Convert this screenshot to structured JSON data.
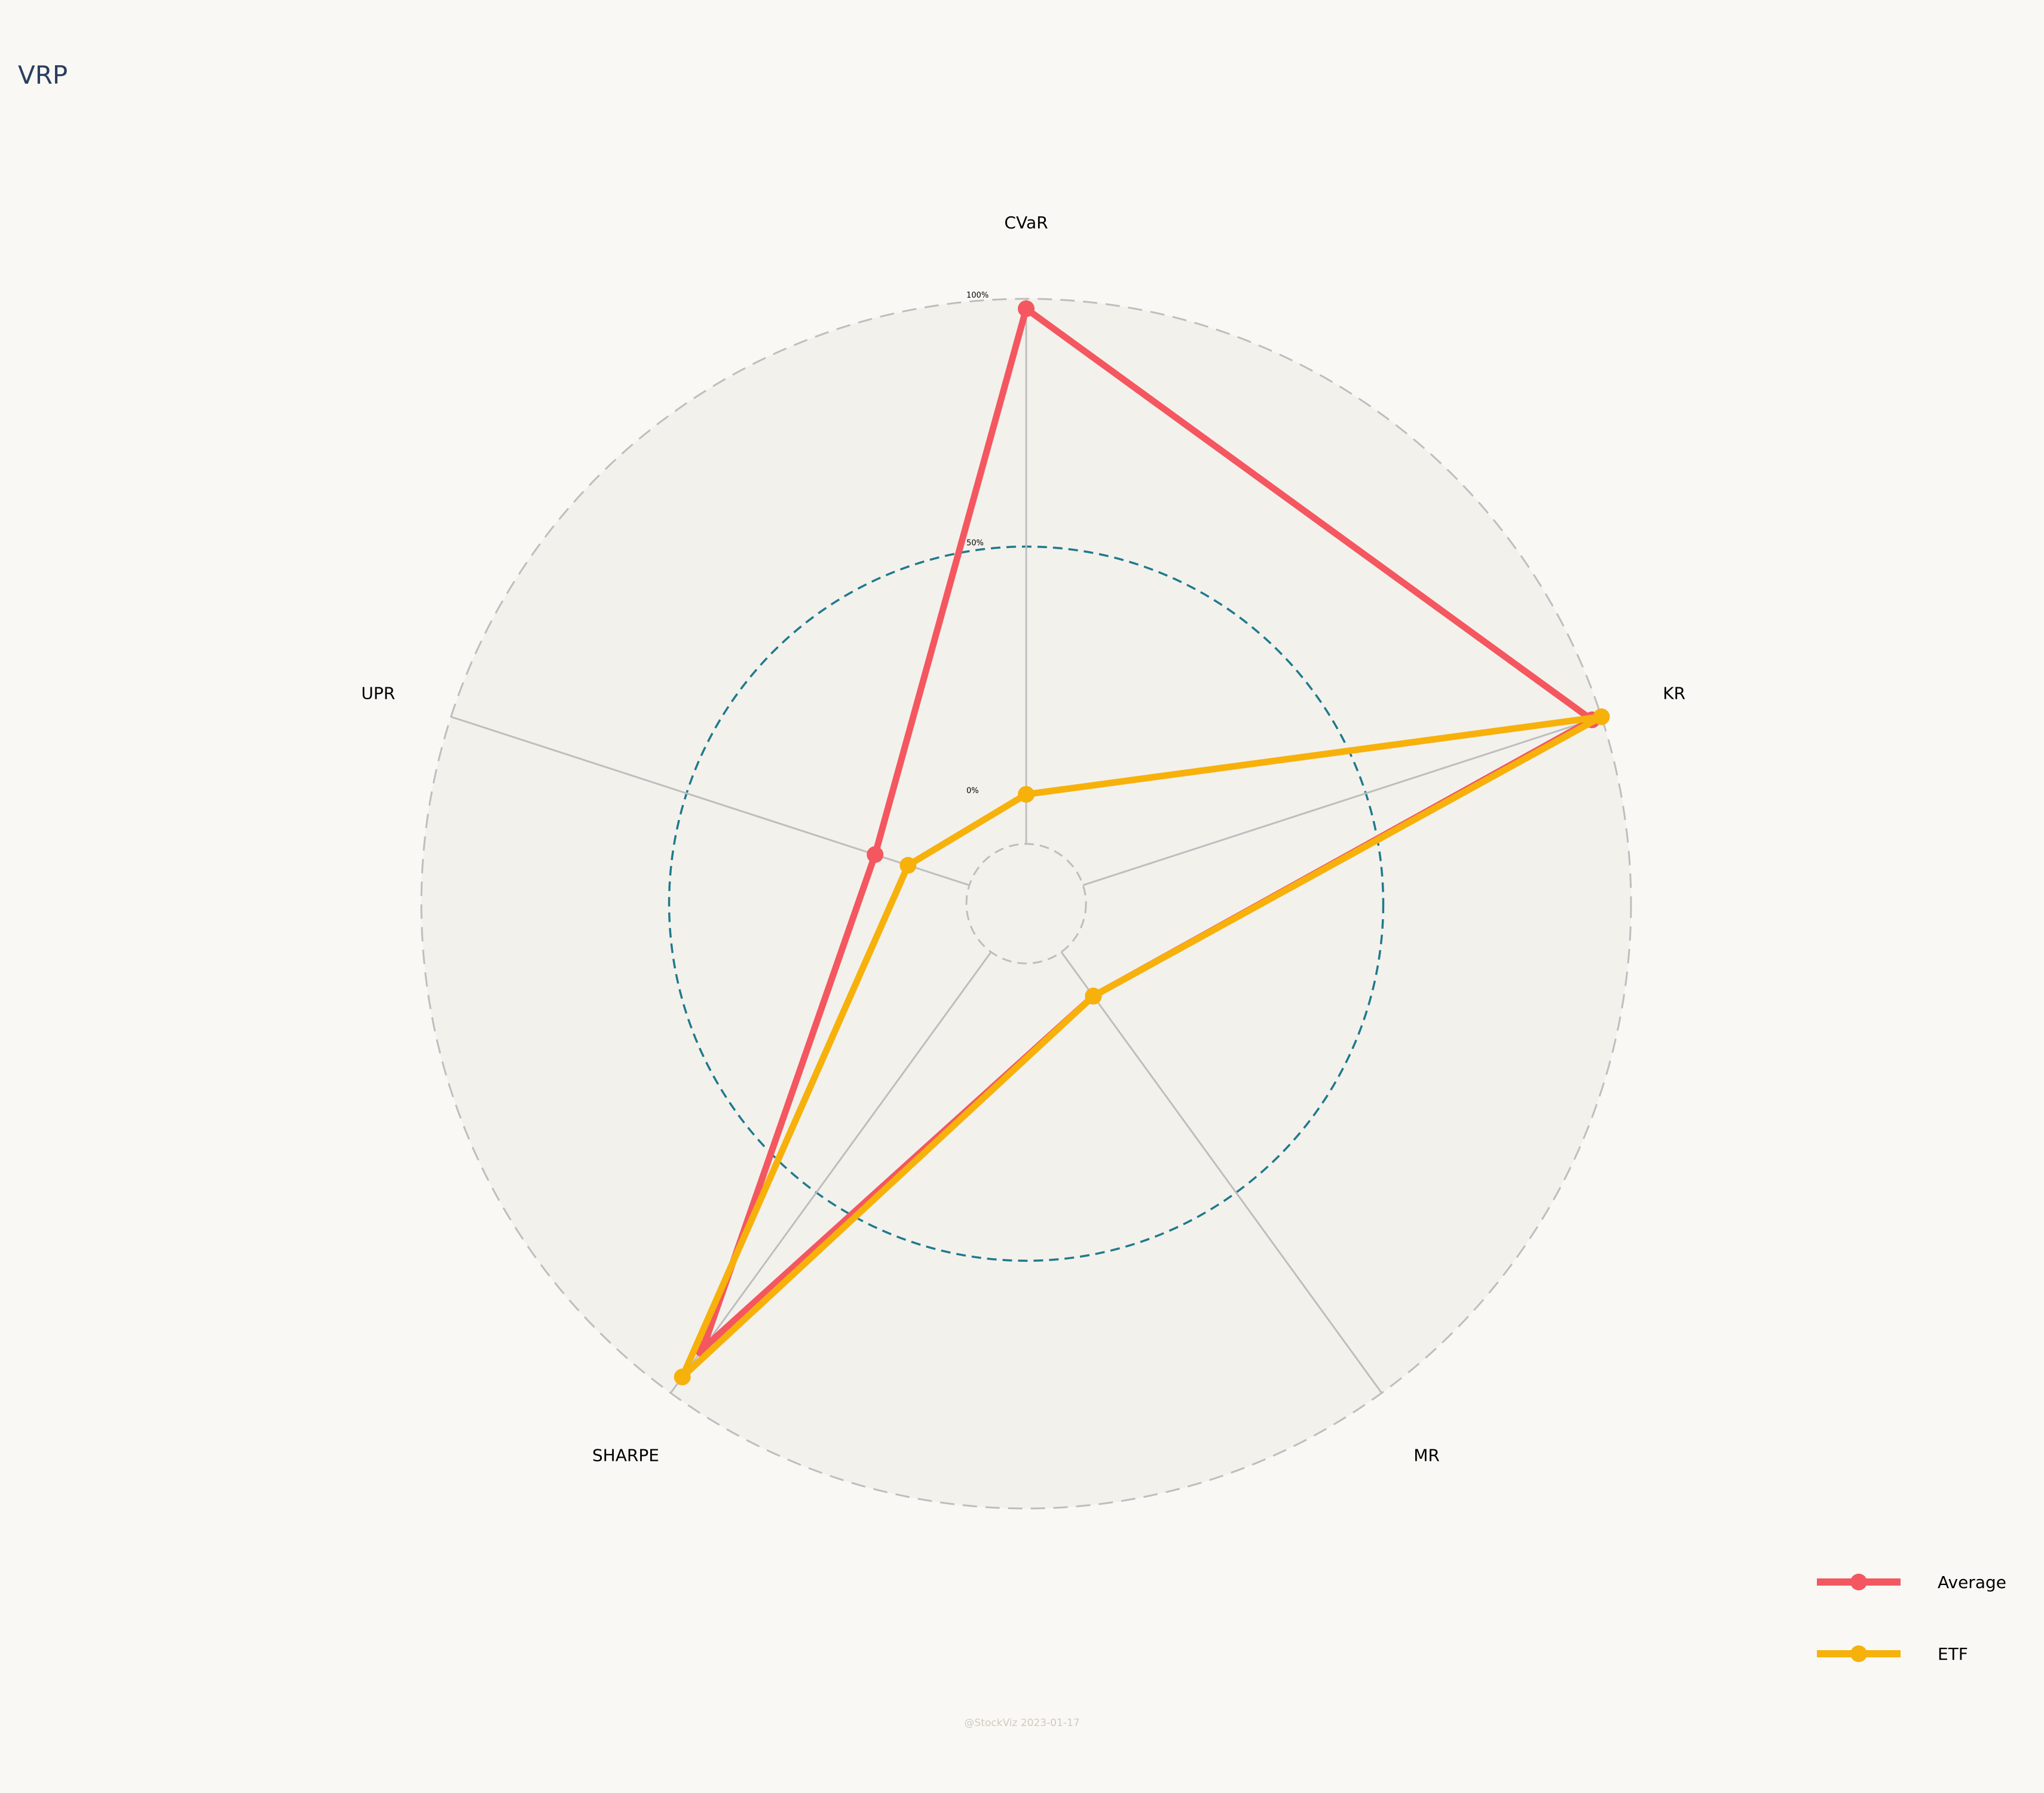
{
  "title": "VRP",
  "watermark": "@StockViz 2023-01-17",
  "colors": {
    "background": "#f9f8f4",
    "plot_background": "#f3f1ec",
    "average": "#f4575f",
    "etf": "#f7b10b",
    "mid_ring": "#1f7a8c",
    "gridline": "#bebebe"
  },
  "chart_data": {
    "type": "radar",
    "title": "VRP",
    "axes": [
      "CVaR",
      "KR",
      "MR",
      "SHARPE",
      "UPR"
    ],
    "radial_ticks": [
      {
        "value": 0,
        "label": "0%"
      },
      {
        "value": 50,
        "label": "50%"
      },
      {
        "value": 100,
        "label": "100%"
      }
    ],
    "rlim": [
      -10,
      100
    ],
    "legend_position": "bottom-right",
    "series": [
      {
        "name": "Average",
        "values": [
          98,
          98,
          1,
          89,
          10
        ]
      },
      {
        "name": "ETF",
        "values": [
          0,
          100,
          1,
          96,
          3
        ]
      }
    ]
  }
}
